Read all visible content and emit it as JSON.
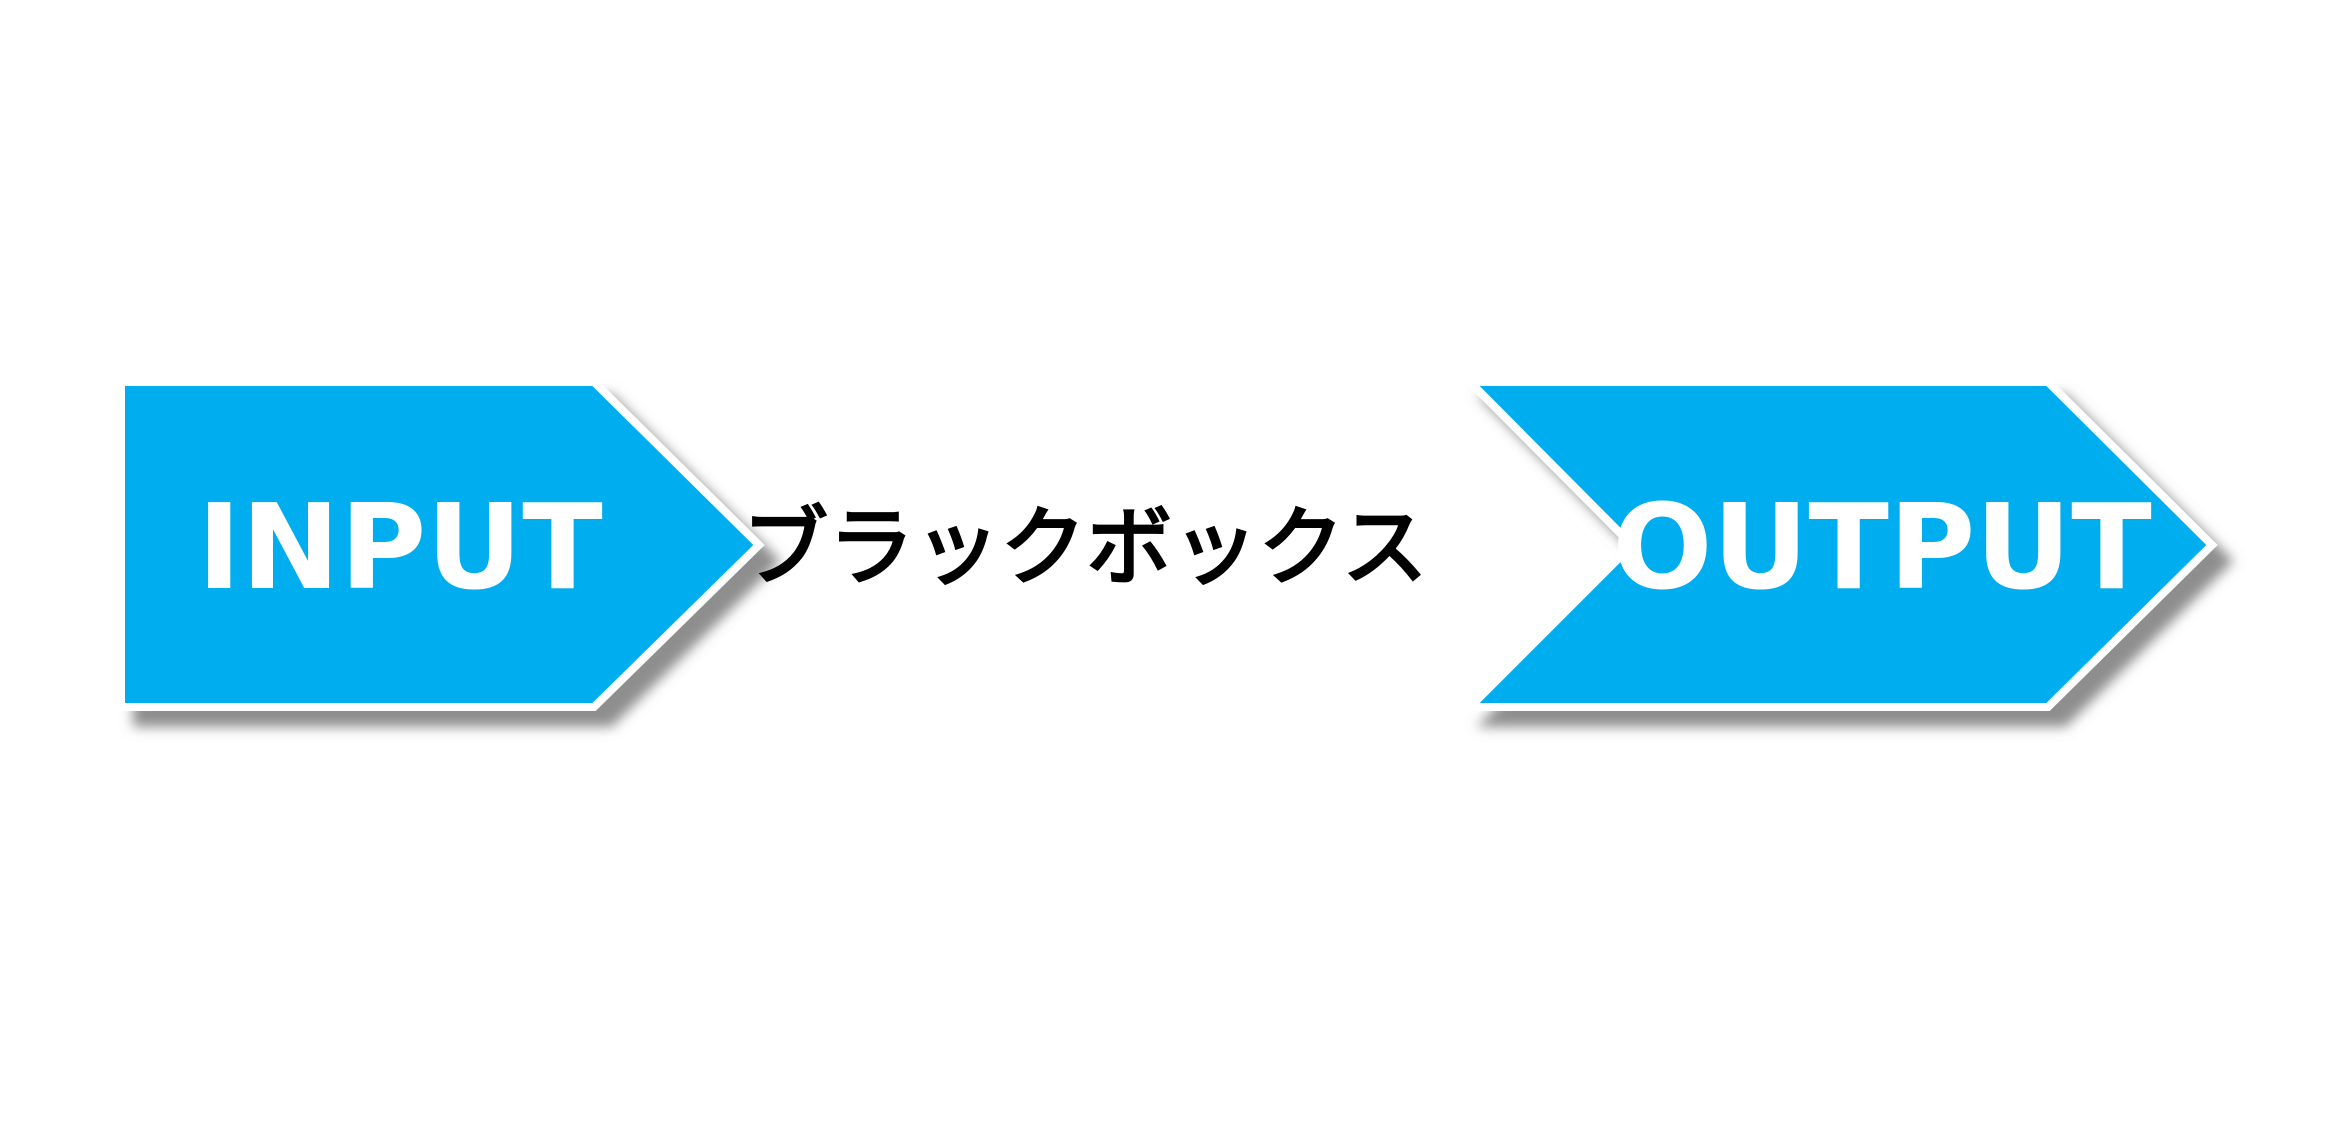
{
  "colors": {
    "arrow_fill": "#00aeef",
    "arrow_stroke": "#ffffff",
    "label_light": "#ffffff",
    "label_dark": "#000000",
    "dashed_line": "#000000",
    "shadow": "#8c8c8c"
  },
  "input_label": "INPUT",
  "blackbox_label": "ブラックボックス",
  "output_label": "OUTPUT"
}
